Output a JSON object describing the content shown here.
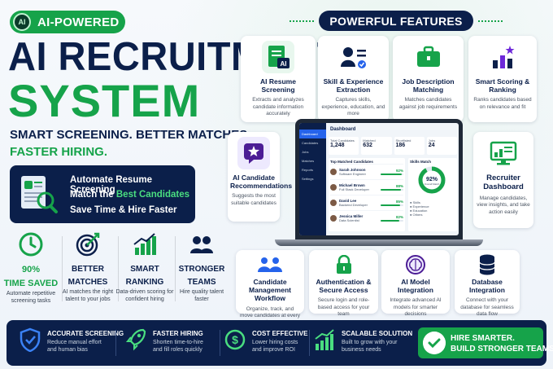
{
  "badge": {
    "label": "AI-POWERED",
    "chip": "AI"
  },
  "hero": {
    "title_line1": "AI RECRUITMENT",
    "title_line2": "SYSTEM",
    "tagline1": "SMART SCREENING. BETTER MATCHES.",
    "tagline2": "FASTER HIRING."
  },
  "promo": {
    "line1": "Automate Resume Screening",
    "line2_pre": "Match the ",
    "line2_accent": "Best Candidates",
    "line3": "Save Time & Hire Faster"
  },
  "stats": [
    {
      "icon": "clock-icon",
      "title": "90%",
      "title2": "TIME SAVED",
      "desc": "Automate repetitive screening tasks"
    },
    {
      "icon": "target-icon",
      "title": "BETTER",
      "title2": "MATCHES",
      "desc": "AI matches the right talent to your jobs"
    },
    {
      "icon": "growth-chart-icon",
      "title": "SMART",
      "title2": "RANKING",
      "desc": "Data-driven scoring for confident hiring"
    },
    {
      "icon": "team-icon",
      "title": "STRONGER",
      "title2": "TEAMS",
      "desc": "Hire quality talent faster"
    }
  ],
  "features_title": "POWERFUL FEATURES",
  "features": [
    {
      "icon": "resume-ai-icon",
      "title": "AI Resume Screening",
      "desc": "Extracts and analyzes candidate information accurately"
    },
    {
      "icon": "skill-extraction-icon",
      "title": "Skill & Experience Extraction",
      "desc": "Captures skills, experience, education, and more"
    },
    {
      "icon": "briefcase-icon",
      "title": "Job Description Matching",
      "desc": "Matches candidates against job requirements"
    },
    {
      "icon": "ranking-bars-icon",
      "title": "Smart Scoring & Ranking",
      "desc": "Ranks candidates based on relevance and fit"
    },
    {
      "icon": "star-chat-icon",
      "title": "AI Candidate Recommendations",
      "desc": "Suggests the most suitable candidates"
    },
    {
      "icon": "dashboard-monitor-icon",
      "title": "Recruiter Dashboard",
      "desc": "Manage candidates, view insights, and take action easily"
    },
    {
      "icon": "people-workflow-icon",
      "title": "Candidate Management Workflow",
      "desc": "Organize, track, and move candidates at every stage"
    },
    {
      "icon": "lock-icon",
      "title": "Authentication & Secure Access",
      "desc": "Secure login and role-based access for your team"
    },
    {
      "icon": "ai-brain-icon",
      "title": "AI Model Integration",
      "desc": "Integrate advanced AI models for smarter decisions"
    },
    {
      "icon": "database-icon",
      "title": "Database Integration",
      "desc": "Connect with your database for seamless data flow"
    }
  ],
  "dashboard": {
    "header": "Dashboard",
    "nav": [
      "Dashboard",
      "Candidates",
      "Jobs",
      "Matches",
      "Reports",
      "Settings"
    ],
    "kpis": [
      {
        "label": "Total Candidates",
        "value": "1,248"
      },
      {
        "label": "Matched",
        "value": "632"
      },
      {
        "label": "Shortlisted",
        "value": "186"
      },
      {
        "label": "Jobs",
        "value": "24"
      }
    ],
    "top_title": "Top Matched Candidates",
    "candidates": [
      {
        "name": "Sarah Johnson",
        "role": "Software Engineer",
        "score": "92%"
      },
      {
        "name": "Michael Brown",
        "role": "Full Stack Developer",
        "score": "88%"
      },
      {
        "name": "David Lee",
        "role": "Backend Developer",
        "score": "85%"
      },
      {
        "name": "Jessica Miller",
        "role": "Data Scientist",
        "score": "82%"
      }
    ],
    "skills_title": "Skills Match",
    "skills_score": "92%",
    "skills_score_label": "Overall Match",
    "skills_legend": [
      "Skills",
      "Experience",
      "Education",
      "Others"
    ]
  },
  "bottom": [
    {
      "icon": "shield-check-icon",
      "title": "ACCURATE SCREENING",
      "desc1": "Reduce manual effort",
      "desc2": "and human bias"
    },
    {
      "icon": "rocket-icon",
      "title": "FASTER HIRING",
      "desc1": "Shorten time-to-hire",
      "desc2": "and fill roles quickly"
    },
    {
      "icon": "dollar-coin-icon",
      "title": "COST EFFECTIVE",
      "desc1": "Lower hiring costs",
      "desc2": "and improve ROI"
    },
    {
      "icon": "scalable-bars-icon",
      "title": "SCALABLE SOLUTION",
      "desc1": "Built to grow with your",
      "desc2": "business needs"
    }
  ],
  "cta": {
    "line1": "HIRE SMARTER.",
    "line2": "BUILD STRONGER TEAMS."
  },
  "colors": {
    "navy": "#0b1f4a",
    "green": "#16a34a",
    "accent_green": "#4ade80"
  }
}
